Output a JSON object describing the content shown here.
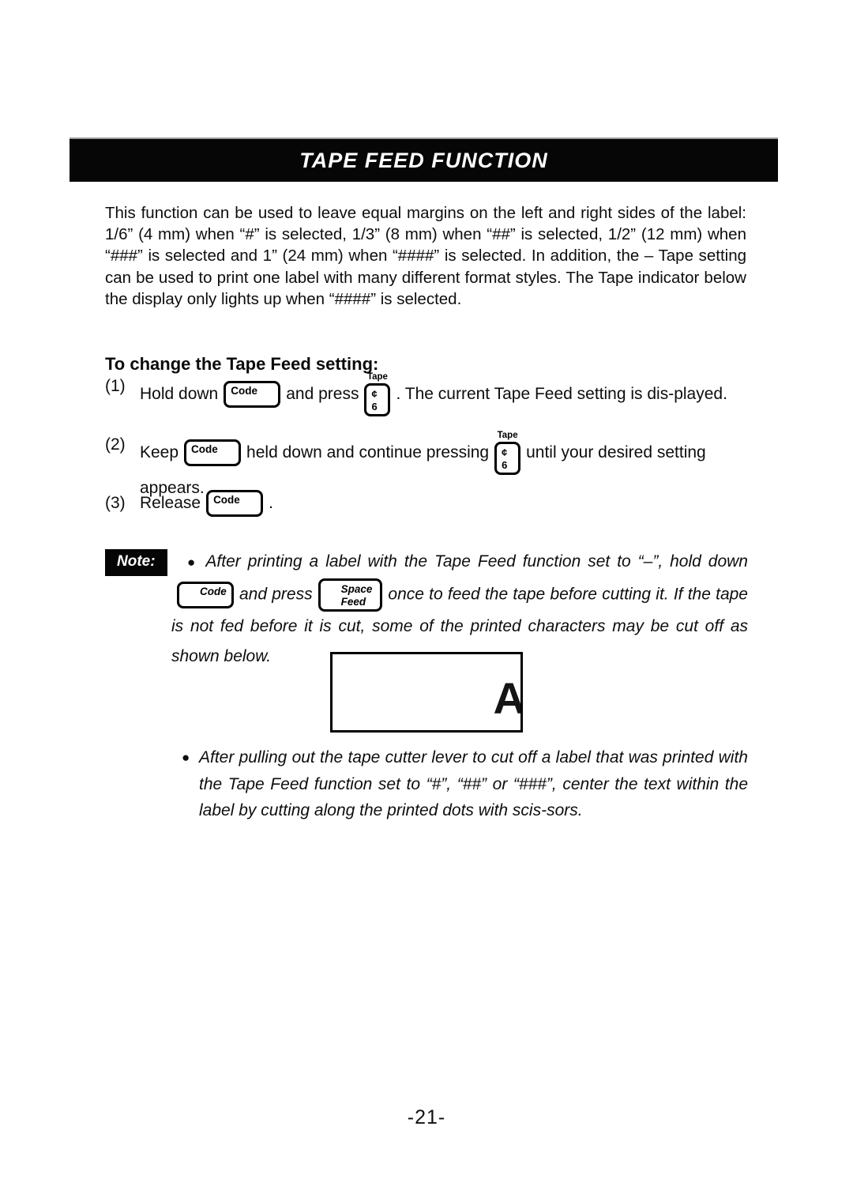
{
  "header": {
    "title": "TAPE FEED FUNCTION"
  },
  "intro": "This function can be used to leave equal margins on the left and right sides of the label: 1/6” (4 mm) when “#” is selected, 1/3” (8 mm) when “##” is selected, 1/2” (12 mm) when “###” is selected and 1” (24 mm) when “####” is selected. In addition, the – Tape setting can be used to print one label with many different format styles. The Tape indicator below the display only lights up when “####” is selected.",
  "subheading": "To change the Tape Feed setting:",
  "keys": {
    "code": {
      "label": "Code"
    },
    "tape": {
      "top_label": "Tape",
      "line1": "¢",
      "line2": "6"
    },
    "space_feed": {
      "line1": "Space",
      "line2": "Feed"
    }
  },
  "steps": [
    {
      "num": "(1)",
      "pre": "Hold down",
      "mid": "and press",
      "post": ". The current Tape Feed setting is dis-played."
    },
    {
      "num": "(2)",
      "pre": "Keep",
      "mid": "held down and continue pressing",
      "post": "until your desired setting appears."
    },
    {
      "num": "(3)",
      "pre": "Release",
      "post": "."
    }
  ],
  "note": {
    "badge": "Note:",
    "bullet_marker": "●",
    "b1_pre": "After printing a label with the Tape Feed function set to “–”, hold down",
    "b1_mid": "and press",
    "b1_post": "once to feed the tape before cutting it. If the tape is not fed before it is cut, some of the printed characters may be cut off as shown below.",
    "b2": "After pulling out the tape cutter lever to cut off a label that was printed with the Tape Feed function set to “#”, “##” or “###”, center the text within the label by cutting along the printed dots with scis-sors."
  },
  "figure": {
    "letter": "A"
  },
  "footer": {
    "page_number": "-21-"
  }
}
